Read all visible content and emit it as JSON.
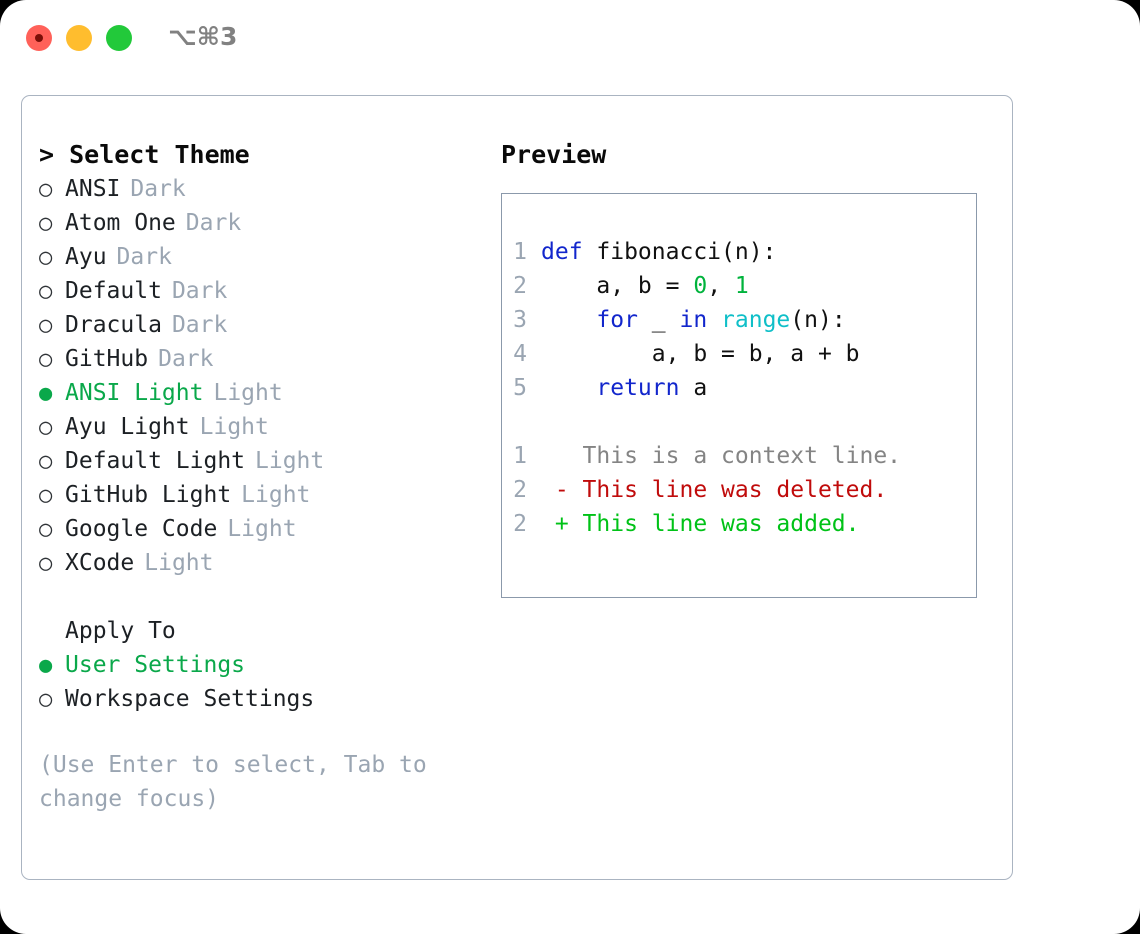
{
  "titlebar": {
    "shortcut": "⌥⌘3",
    "buttons": [
      {
        "name": "close",
        "color": "#ff6159"
      },
      {
        "name": "minimize",
        "color": "#ffbd2e"
      },
      {
        "name": "zoom",
        "color": "#22c93a"
      }
    ]
  },
  "theme_picker": {
    "heading": "> Select Theme",
    "items": [
      {
        "marker": "○",
        "name": "ANSI",
        "kind": "Dark",
        "selected": false
      },
      {
        "marker": "○",
        "name": "Atom One",
        "kind": "Dark",
        "selected": false
      },
      {
        "marker": "○",
        "name": "Ayu",
        "kind": "Dark",
        "selected": false
      },
      {
        "marker": "○",
        "name": "Default",
        "kind": "Dark",
        "selected": false
      },
      {
        "marker": "○",
        "name": "Dracula",
        "kind": "Dark",
        "selected": false
      },
      {
        "marker": "○",
        "name": "GitHub",
        "kind": "Dark",
        "selected": false
      },
      {
        "marker": "●",
        "name": "ANSI Light",
        "kind": "Light",
        "selected": true
      },
      {
        "marker": "○",
        "name": "Ayu Light",
        "kind": "Light",
        "selected": false
      },
      {
        "marker": "○",
        "name": "Default Light",
        "kind": "Light",
        "selected": false
      },
      {
        "marker": "○",
        "name": "GitHub Light",
        "kind": "Light",
        "selected": false
      },
      {
        "marker": "○",
        "name": "Google Code",
        "kind": "Light",
        "selected": false
      },
      {
        "marker": "○",
        "name": "XCode",
        "kind": "Light",
        "selected": false
      }
    ]
  },
  "apply_to": {
    "heading": "Apply To",
    "options": [
      {
        "marker": "●",
        "label": "User Settings",
        "selected": true
      },
      {
        "marker": "○",
        "label": "Workspace Settings",
        "selected": false
      }
    ]
  },
  "hint": "(Use Enter to select, Tab to change focus)",
  "preview": {
    "heading": "Preview",
    "code_lines": [
      {
        "no": "1",
        "tokens": [
          {
            "t": "def",
            "c": "kw"
          },
          {
            "t": " fibonacci(n):",
            "c": "txt"
          }
        ]
      },
      {
        "no": "2",
        "tokens": [
          {
            "t": "    a, b = ",
            "c": "txt"
          },
          {
            "t": "0",
            "c": "num"
          },
          {
            "t": ", ",
            "c": "txt"
          },
          {
            "t": "1",
            "c": "num"
          }
        ]
      },
      {
        "no": "3",
        "tokens": [
          {
            "t": "    ",
            "c": "txt"
          },
          {
            "t": "for",
            "c": "kw"
          },
          {
            "t": " _ ",
            "c": "txt"
          },
          {
            "t": "in",
            "c": "kw"
          },
          {
            "t": " ",
            "c": "txt"
          },
          {
            "t": "range",
            "c": "fn"
          },
          {
            "t": "(n):",
            "c": "txt"
          }
        ]
      },
      {
        "no": "4",
        "tokens": [
          {
            "t": "        a, b = b, a + b",
            "c": "txt"
          }
        ]
      },
      {
        "no": "5",
        "tokens": [
          {
            "t": "    ",
            "c": "txt"
          },
          {
            "t": "return",
            "c": "kw"
          },
          {
            "t": " a",
            "c": "txt"
          }
        ]
      }
    ],
    "diff_lines": [
      {
        "no": "1",
        "mark": " ",
        "text": "This is a context line.",
        "kind": "ctx"
      },
      {
        "no": "2",
        "mark": "-",
        "text": "This line was deleted.",
        "kind": "del"
      },
      {
        "no": "2",
        "mark": "+",
        "text": "This line was added.",
        "kind": "add"
      }
    ]
  },
  "colors": {
    "accent_green": "#0aa84a",
    "muted": "#9aa5b2",
    "keyword": "#1226cc",
    "function": "#0fbfc8",
    "number": "#00b33c",
    "diff_delete": "#c00b0b",
    "diff_add": "#00c217",
    "panel_border": "#aab4c1",
    "preview_border": "#8b99ab"
  }
}
